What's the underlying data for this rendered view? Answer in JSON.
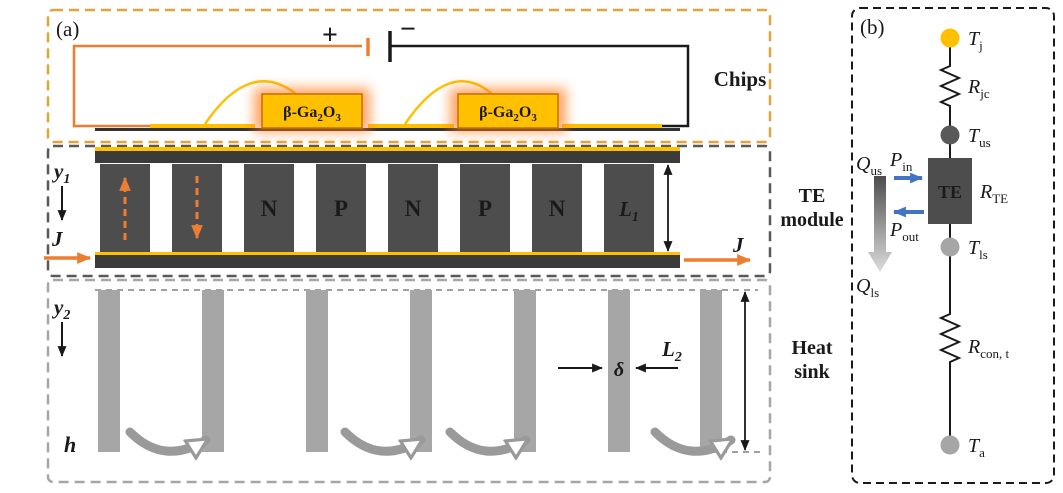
{
  "panel_a": {
    "label": "(a)",
    "circuit": {
      "plus": "+",
      "minus": "−"
    },
    "chip_label": {
      "pre": "β-Ga",
      "sub_a": "2",
      "mid": "O",
      "sub_b": "3"
    },
    "chips_label": "Chips",
    "te_module_label": {
      "line1": "TE",
      "line2": "module"
    },
    "heat_sink_label": {
      "line1": "Heat",
      "line2": "sink"
    },
    "y1": {
      "base": "y",
      "sub": "1"
    },
    "y2": {
      "base": "y",
      "sub": "2"
    },
    "current_label": "J",
    "legs": [
      "N",
      "P",
      "N",
      "P",
      "N"
    ],
    "L1": {
      "base": "L",
      "sub": "1"
    },
    "L2": {
      "base": "L",
      "sub": "2"
    },
    "delta": "δ",
    "h": "h"
  },
  "panel_b": {
    "label": "(b)",
    "nodes": {
      "Tj": {
        "base": "T",
        "sub": "j"
      },
      "Tus": {
        "base": "T",
        "sub": "us"
      },
      "Tls": {
        "base": "T",
        "sub": "ls"
      },
      "Ta": {
        "base": "T",
        "sub": "a"
      }
    },
    "resistors": {
      "Rjc": {
        "base": "R",
        "sub": "jc"
      },
      "RTE": {
        "base": "R",
        "sub": "TE"
      },
      "Rcont": {
        "base": "R",
        "sub": "con, t"
      }
    },
    "te_box": "TE",
    "flows": {
      "Qus": {
        "base": "Q",
        "sub": "us"
      },
      "Qls": {
        "base": "Q",
        "sub": "ls"
      },
      "Pin": {
        "base": "P",
        "sub": "in"
      },
      "Pout": {
        "base": "P",
        "sub": "out"
      }
    }
  },
  "colors": {
    "accent_orange": "#ED7D31",
    "gold": "#FFC000",
    "dark_gray": "#595959",
    "leg_gray": "#4d4d4d",
    "sink_gray": "#A6A6A6",
    "blue": "#4472C4"
  }
}
